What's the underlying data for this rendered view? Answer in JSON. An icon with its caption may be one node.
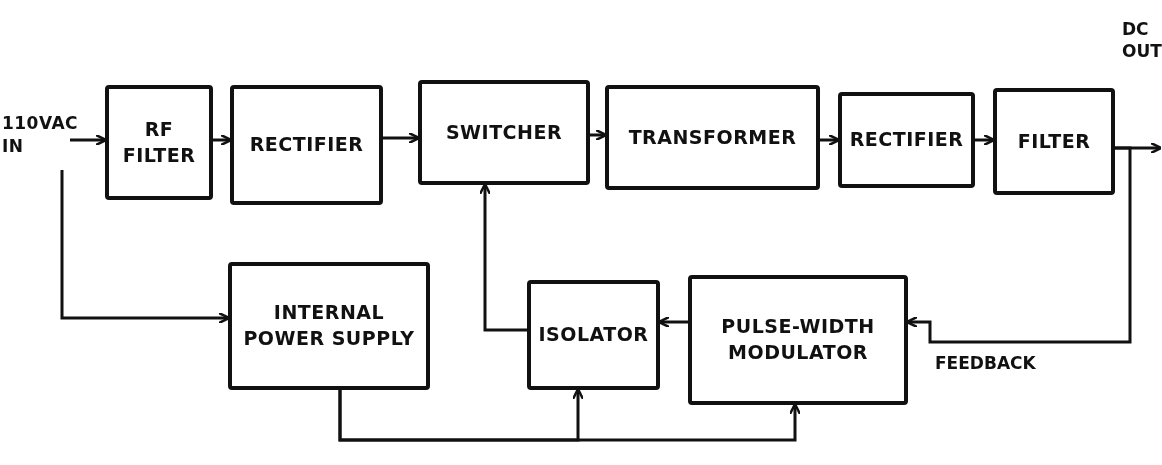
{
  "diagram": {
    "nodes": [
      {
        "text": [
          "110VAC IN"
        ]
      },
      {
        "text": [
          "RF FILTER"
        ]
      },
      {
        "text": [
          "RECTIFIER"
        ]
      },
      {
        "text": [
          "SWITCHER"
        ]
      },
      {
        "text": [
          "TRANSFORMER"
        ]
      },
      {
        "text": [
          "RECTIFIER"
        ]
      },
      {
        "text": [
          "FILTER"
        ]
      },
      {
        "text": [
          "INTERNAL POWER SUPPLY"
        ]
      },
      {
        "text": [
          "ISOLATOR"
        ]
      },
      {
        "text": [
          "PULSE-WIDTH MODULATOR"
        ]
      }
    ],
    "edges": [
      {
        "from": 0,
        "to": 1,
        "arrow": "to"
      },
      {
        "from": 1,
        "to": 2,
        "arrow": "to"
      },
      {
        "from": 2,
        "to": 3,
        "arrow": "to"
      },
      {
        "from": 3,
        "to": 4,
        "arrow": "to"
      },
      {
        "from": 4,
        "to": 5,
        "arrow": "to"
      },
      {
        "from": 5,
        "to": 6,
        "arrow": "to"
      },
      {
        "from": 6,
        "to": null,
        "arrow": "to"
      },
      {
        "from": 6,
        "to": 9,
        "label": "FEEDBACK",
        "arrow": "to"
      },
      {
        "from": 0,
        "to": 7,
        "arrow": "to"
      },
      {
        "from": 9,
        "to": 8,
        "arrow": "to"
      },
      {
        "from": 8,
        "to": 3,
        "arrow": "to"
      },
      {
        "from": 7,
        "to": 8,
        "arrow": "to"
      },
      {
        "from": 7,
        "to": 9,
        "arrow": "to"
      }
    ],
    "labels": [
      "DC OUT"
    ]
  }
}
